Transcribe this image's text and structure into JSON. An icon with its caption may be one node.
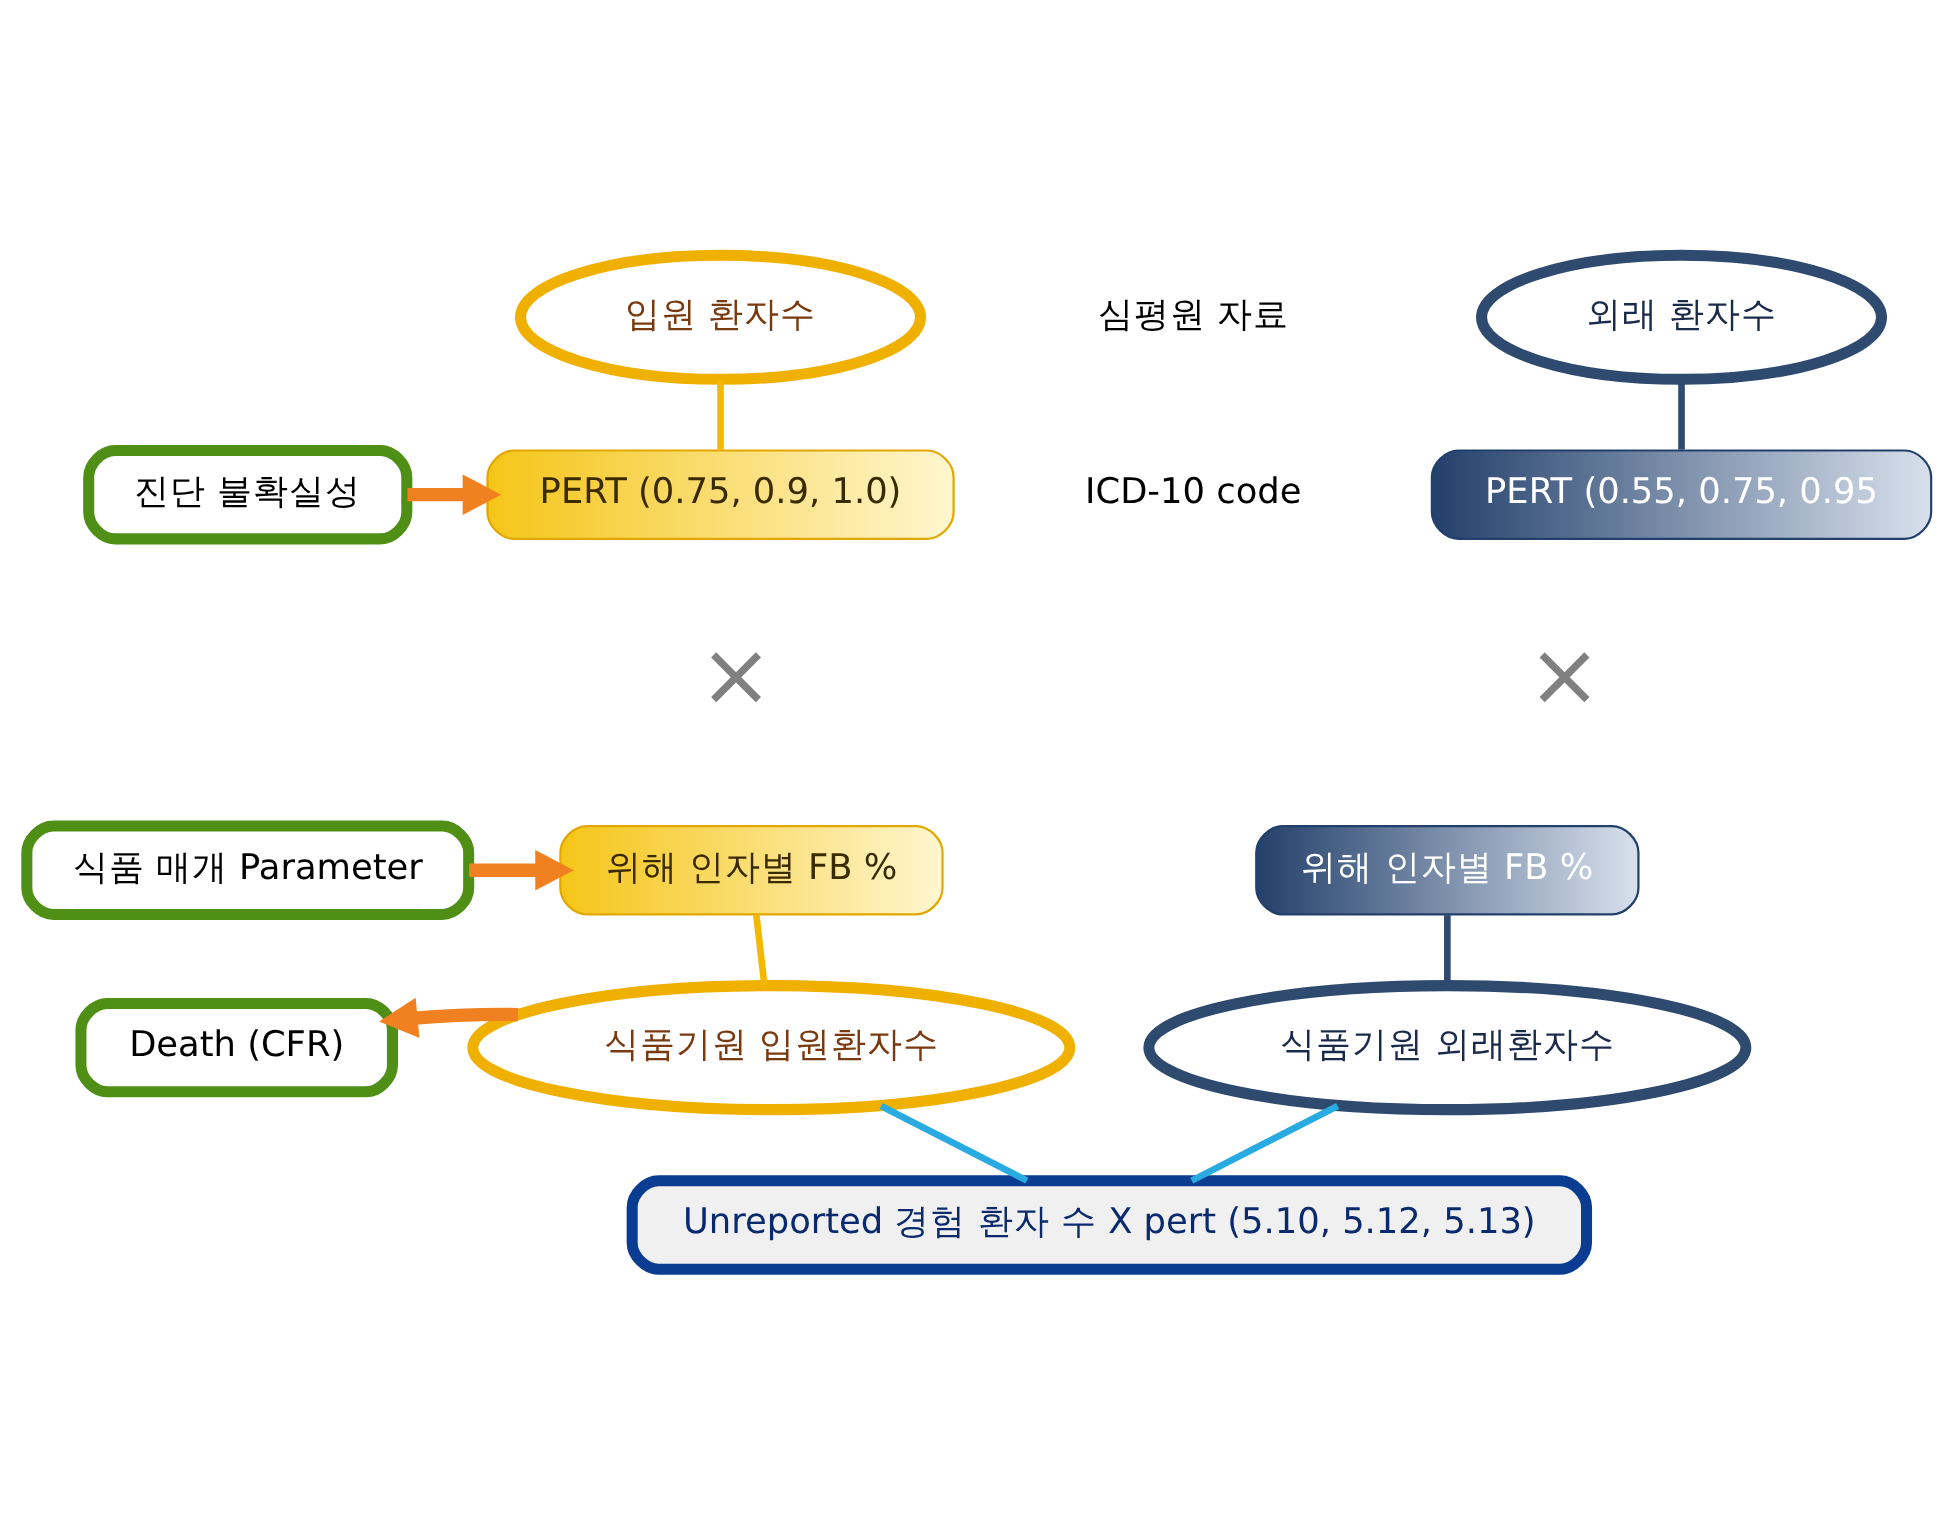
{
  "diagram": {
    "nodes": [
      {
        "text": [
          "입원 환자수"
        ]
      },
      {
        "text": [
          "외래 환자수"
        ]
      },
      {
        "text": [
          "진단 불확실성"
        ]
      },
      {
        "text": [
          "PERT (0.75, 0.9, 1.0)"
        ]
      },
      {
        "text": [
          "PERT (0.55, 0.75, 0.95"
        ]
      },
      {
        "text": [
          "식품 매개 Parameter"
        ]
      },
      {
        "text": [
          "위해 인자별 FB %"
        ]
      },
      {
        "text": [
          "위해 인자별 FB %"
        ]
      },
      {
        "text": [
          "Death (CFR)"
        ]
      },
      {
        "text": [
          "식품기원 입원환자수"
        ]
      },
      {
        "text": [
          "식품기원 외래환자수"
        ]
      },
      {
        "text": [
          "Unreported 경험 환자 수 X pert (5.10, 5.12, 5.13)"
        ]
      }
    ],
    "edges": [
      {
        "from": 0,
        "to": 3,
        "arrow": "none",
        "color": "#f5b800"
      },
      {
        "from": 1,
        "to": 4,
        "arrow": "none",
        "color": "#2e4a6e"
      },
      {
        "from": 2,
        "to": 3,
        "arrow": "to",
        "style": "thick",
        "color": "#f08020"
      },
      {
        "from": 5,
        "to": 6,
        "arrow": "to",
        "style": "thick",
        "color": "#f08020"
      },
      {
        "from": 6,
        "to": 9,
        "arrow": "none",
        "color": "#f5b800"
      },
      {
        "from": 7,
        "to": 10,
        "arrow": "none",
        "color": "#2e4a6e"
      },
      {
        "from": 9,
        "to": 8,
        "arrow": "to",
        "style": "thick",
        "color": "#f08020"
      },
      {
        "from": 9,
        "to": 11,
        "arrow": "none",
        "color": "#29abe2"
      },
      {
        "from": 10,
        "to": 11,
        "arrow": "none",
        "color": "#29abe2"
      }
    ],
    "labels": [
      "심평원 자료",
      "ICD-10 code",
      "×",
      "×"
    ]
  }
}
